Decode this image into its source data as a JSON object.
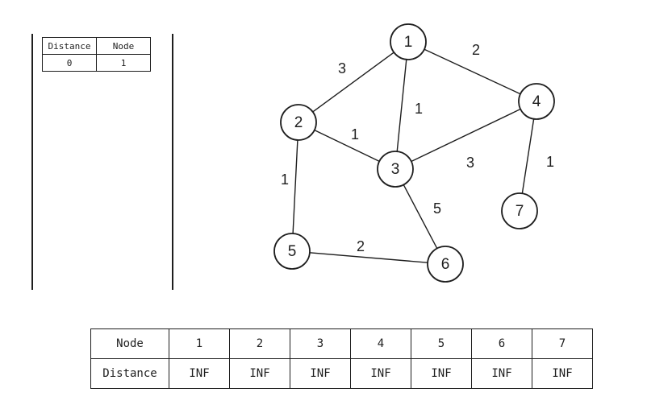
{
  "queue_panel": {
    "headers": [
      "Distance",
      "Node"
    ],
    "rows": [
      [
        "0",
        "1"
      ]
    ]
  },
  "graph": {
    "nodes": [
      {
        "id": "1",
        "label": "1"
      },
      {
        "id": "2",
        "label": "2"
      },
      {
        "id": "3",
        "label": "3"
      },
      {
        "id": "4",
        "label": "4"
      },
      {
        "id": "5",
        "label": "5"
      },
      {
        "id": "6",
        "label": "6"
      },
      {
        "id": "7",
        "label": "7"
      }
    ],
    "edges": [
      {
        "from": "1",
        "to": "2",
        "weight": "3"
      },
      {
        "from": "1",
        "to": "3",
        "weight": "1"
      },
      {
        "from": "1",
        "to": "4",
        "weight": "2"
      },
      {
        "from": "2",
        "to": "3",
        "weight": "1"
      },
      {
        "from": "2",
        "to": "5",
        "weight": "1"
      },
      {
        "from": "3",
        "to": "4",
        "weight": "3"
      },
      {
        "from": "3",
        "to": "6",
        "weight": "5"
      },
      {
        "from": "4",
        "to": "7",
        "weight": "1"
      },
      {
        "from": "5",
        "to": "6",
        "weight": "2"
      }
    ]
  },
  "distance_table": {
    "row_labels": [
      "Node",
      "Distance"
    ],
    "nodes": [
      "1",
      "2",
      "3",
      "4",
      "5",
      "6",
      "7"
    ],
    "distances": [
      "INF",
      "INF",
      "INF",
      "INF",
      "INF",
      "INF",
      "INF"
    ]
  }
}
